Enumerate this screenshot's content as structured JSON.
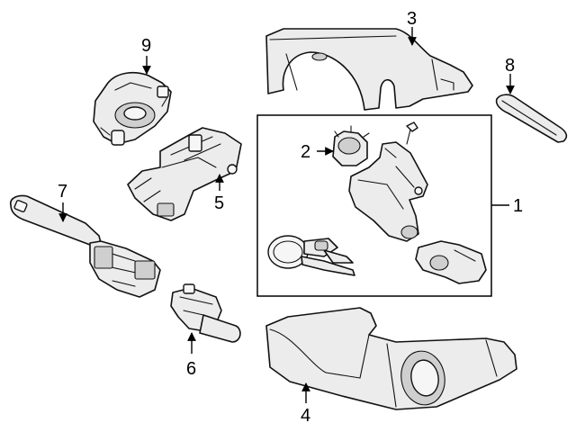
{
  "callouts": {
    "c1": "1",
    "c2": "2",
    "c3": "3",
    "c4": "4",
    "c5": "5",
    "c6": "6",
    "c7": "7",
    "c8": "8",
    "c9": "9"
  },
  "parts": [
    {
      "number": "1",
      "icon": "ignition-lock-assembly-icon"
    },
    {
      "number": "2",
      "icon": "lock-cylinder-icon"
    },
    {
      "number": "3",
      "icon": "upper-column-cover-icon"
    },
    {
      "number": "4",
      "icon": "lower-column-cover-icon"
    },
    {
      "number": "5",
      "icon": "ignition-switch-housing-icon"
    },
    {
      "number": "6",
      "icon": "wiper-switch-icon"
    },
    {
      "number": "7",
      "icon": "turn-signal-switch-icon"
    },
    {
      "number": "8",
      "icon": "trim-panel-icon"
    },
    {
      "number": "9",
      "icon": "clock-spring-icon"
    }
  ]
}
